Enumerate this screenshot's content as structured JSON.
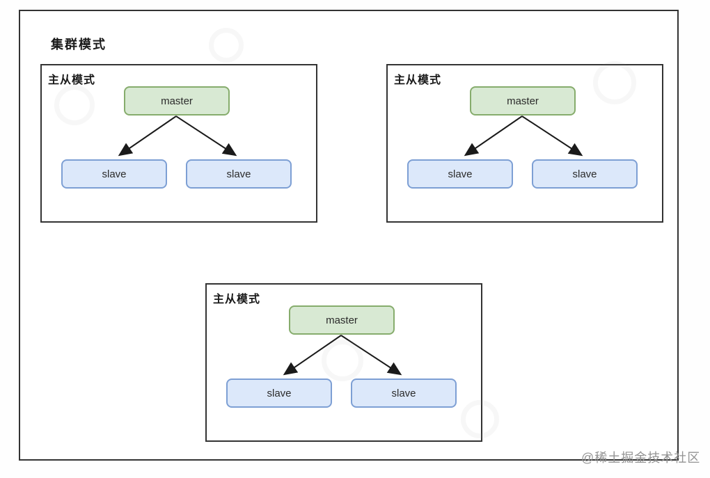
{
  "page": {
    "title": "集群模式",
    "watermark": "@稀土掘金技术社区"
  },
  "groups": [
    {
      "label": "主从模式",
      "master": "master",
      "slaves": [
        "slave",
        "slave"
      ]
    },
    {
      "label": "主从模式",
      "master": "master",
      "slaves": [
        "slave",
        "slave"
      ]
    },
    {
      "label": "主从模式",
      "master": "master",
      "slaves": [
        "slave",
        "slave"
      ]
    }
  ],
  "colors": {
    "frame_border": "#333333",
    "master_fill": "#d8e9d3",
    "master_border": "#86ac6c",
    "slave_fill": "#dce8fa",
    "slave_border": "#7d9fd4",
    "arrow": "#1a1a1a",
    "watermark_text": "#939393"
  }
}
